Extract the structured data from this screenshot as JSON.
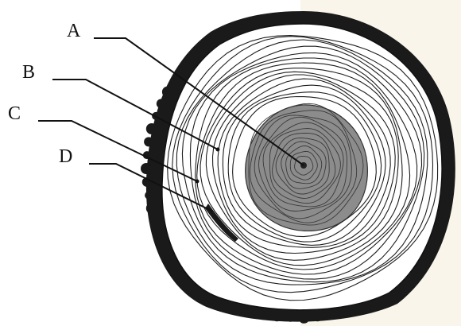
{
  "labels": [
    {
      "id": "A",
      "text": "A"
    },
    {
      "id": "B",
      "text": "B"
    },
    {
      "id": "C",
      "text": "C"
    },
    {
      "id": "D",
      "text": "D"
    }
  ],
  "colors": {
    "bark": "#1a1a1a",
    "sapwood": "#ffffff",
    "heartwood": "#8c8c8c",
    "ring_line": "#1e1e1e",
    "background": "#ffffff",
    "watermark": "#f3e7cf"
  },
  "icons": {
    "cross_section": "tree-trunk-cross-section-icon"
  }
}
